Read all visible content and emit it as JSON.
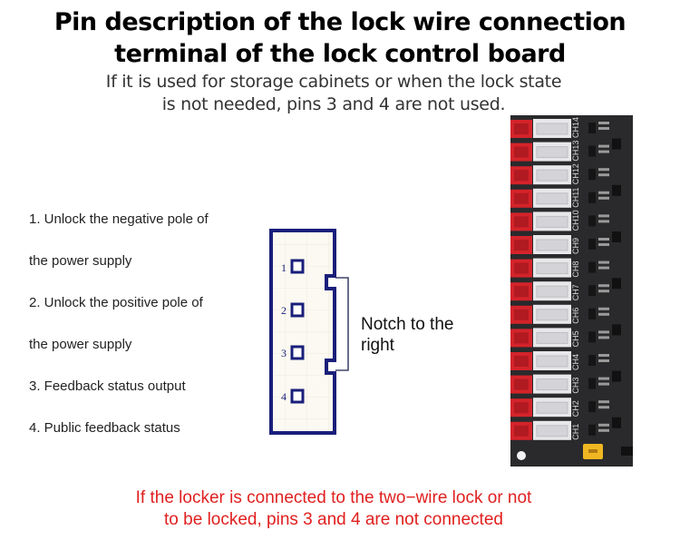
{
  "header": {
    "title_line1": "Pin description of the lock wire connection",
    "title_line2": "terminal of the lock control board",
    "subtitle_line1": "If it is used for storage cabinets or when the lock state",
    "subtitle_line2": "is not needed, pins 3 and 4 are not used."
  },
  "pin_descriptions": [
    "1. Unlock the negative pole of",
    "the power supply",
    "2. Unlock the positive pole of",
    "the power supply",
    "3. Feedback status output",
    "4. Public feedback status"
  ],
  "connector": {
    "pins": [
      "1",
      "2",
      "3",
      "4"
    ],
    "notch_label_line1": "Notch to the",
    "notch_label_line2": "right",
    "outline_color": "#1a1f7a"
  },
  "board": {
    "channels": [
      "CH14",
      "CH13",
      "CH12",
      "CH11",
      "CH10",
      "CH9",
      "CH8",
      "CH7",
      "CH6",
      "CH5",
      "CH4",
      "CH3",
      "CH2",
      "CH1"
    ],
    "red_connector_color": "#d4232a",
    "white_connector_color": "#e8e8ea",
    "pcb_color": "#2a2a2c",
    "jumper_color": "#f0b722"
  },
  "footer": {
    "note_line1": "If the locker is connected to the two−wire lock or not",
    "note_line2": "to be locked, pins 3 and 4 are not connected",
    "note_color": "#e0201f"
  }
}
